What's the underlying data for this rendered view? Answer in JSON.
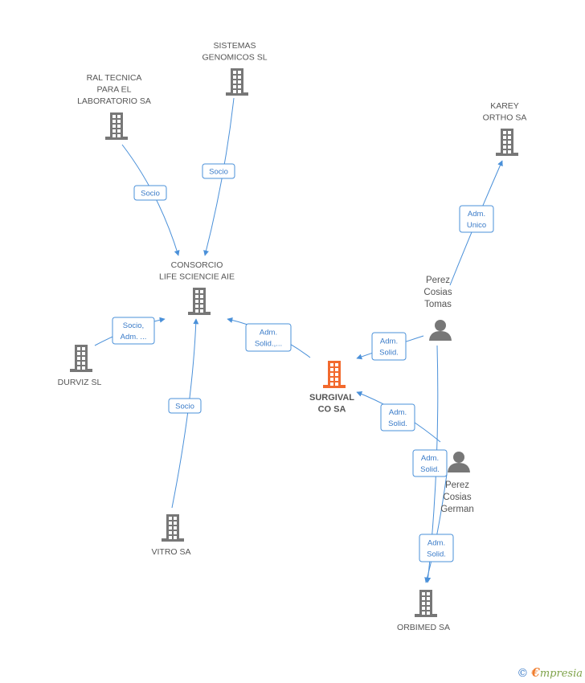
{
  "nodes": [
    {
      "id": "sistemas",
      "type": "company",
      "label": [
        "SISTEMAS",
        "GENOMICOS SL"
      ],
      "color": "#777777"
    },
    {
      "id": "ral",
      "type": "company",
      "label": [
        "RAL TECNICA",
        "PARA EL",
        "LABORATORIO SA"
      ],
      "color": "#777777"
    },
    {
      "id": "karey",
      "type": "company",
      "label": [
        "KAREY",
        "ORTHO SA"
      ],
      "color": "#777777"
    },
    {
      "id": "consorcio",
      "type": "company",
      "label": [
        "CONSORCIO",
        "LIFE SCIENCIE AIE"
      ],
      "color": "#777777"
    },
    {
      "id": "durviz",
      "type": "company",
      "label": [
        "DURVIZ SL"
      ],
      "color": "#777777"
    },
    {
      "id": "surgival",
      "type": "company",
      "label": [
        "SURGIVAL",
        "CO SA"
      ],
      "color": "#f26a2e",
      "main": true
    },
    {
      "id": "vitro",
      "type": "company",
      "label": [
        "VITRO SA"
      ],
      "color": "#777777"
    },
    {
      "id": "orbimed",
      "type": "company",
      "label": [
        "ORBIMED SA"
      ],
      "color": "#777777"
    },
    {
      "id": "tomas",
      "type": "person",
      "label": [
        "Perez",
        "Cosias",
        "Tomas"
      ],
      "color": "#777777"
    },
    {
      "id": "german",
      "type": "person",
      "label": [
        "Perez",
        "Cosias",
        "German"
      ],
      "color": "#777777"
    }
  ],
  "edges": [
    {
      "from": "ral",
      "to": "consorcio",
      "label": [
        "Socio"
      ]
    },
    {
      "from": "sistemas",
      "to": "consorcio",
      "label": [
        "Socio"
      ]
    },
    {
      "from": "durviz",
      "to": "consorcio",
      "label": [
        "Socio,",
        "Adm. ..."
      ]
    },
    {
      "from": "vitro",
      "to": "consorcio",
      "label": [
        "Socio"
      ]
    },
    {
      "from": "surgival",
      "to": "consorcio",
      "label": [
        "Adm.",
        "Solid.,..."
      ]
    },
    {
      "from": "tomas",
      "to": "karey",
      "label": [
        "Adm.",
        "Unico"
      ]
    },
    {
      "from": "tomas",
      "to": "surgival",
      "label": [
        "Adm.",
        "Solid."
      ]
    },
    {
      "from": "german",
      "to": "surgival",
      "label": [
        "Adm.",
        "Solid."
      ]
    },
    {
      "from": "tomas",
      "to": "orbimed",
      "label": [
        "Adm.",
        "Solid."
      ]
    },
    {
      "from": "german",
      "to": "orbimed",
      "label": [
        "Adm.",
        "Solid."
      ]
    }
  ],
  "footer": {
    "copyright": "©",
    "brand_first": "€",
    "brand_rest": "mpresia"
  }
}
